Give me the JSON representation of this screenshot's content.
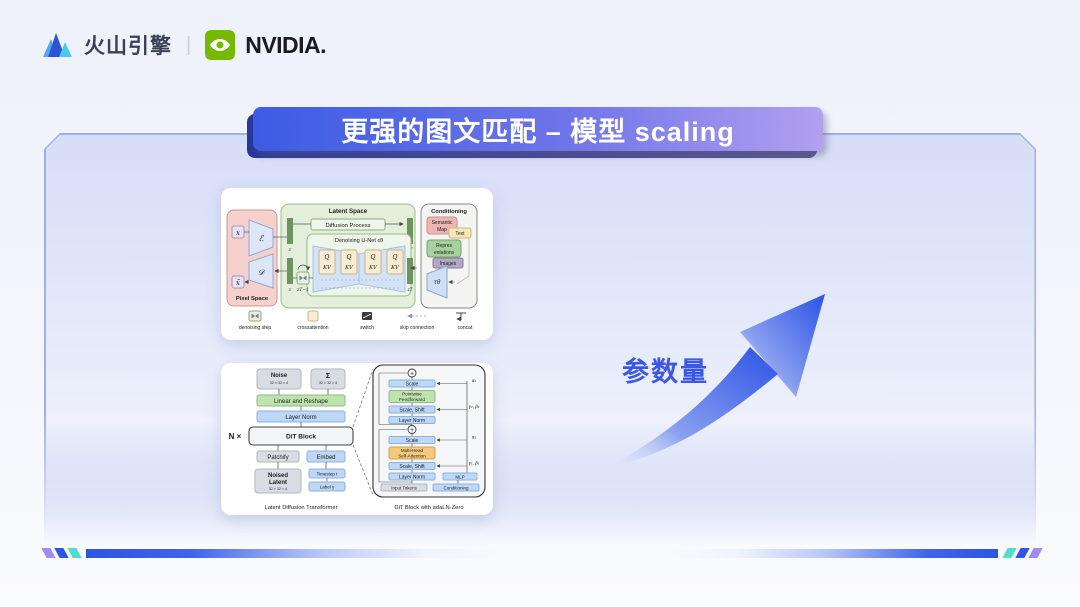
{
  "header": {
    "brand_left": "火山引擎",
    "divider": "|",
    "brand_right": "NVIDIA."
  },
  "banner": {
    "title": "更强的图文匹配 – 模型 scaling"
  },
  "growth": {
    "label": "参数量"
  },
  "colors": {
    "accent_blue": "#2f55e6",
    "banner_gradient_from": "#3c5ce4",
    "banner_gradient_to": "#b2a0ef",
    "nvidia_green": "#76b900",
    "decor_purple": "#a18bf0",
    "decor_teal": "#52dcd0",
    "panel_border": "#9fb0e8"
  },
  "ldm": {
    "pixel_space": {
      "title": "Pixel Space",
      "x": "x",
      "encoder": "ℰ",
      "x_hat": "x̃",
      "decoder": "𝒟"
    },
    "latent_space": {
      "title": "Latent Space",
      "diffusion_process": "Diffusion Process",
      "unet_title": "Denoising U-Net ϵθ",
      "z": "z",
      "zT": "zT",
      "zT_minus1": "zT−1",
      "q": "Q",
      "kv": "KV"
    },
    "conditioning": {
      "title": "Conditioning",
      "semantic_line1": "Semantic",
      "semantic_line2": "Map",
      "text": "Text",
      "repr_line1": "Repres",
      "repr_line2": "entations",
      "images": "Images",
      "tau": "τθ"
    },
    "legend": {
      "denoising_step": "denoising step",
      "crossattention": "crossattention",
      "switch": "switch",
      "skip_connection": "skip connection",
      "concat": "concat"
    }
  },
  "dit": {
    "left": {
      "noise": "Noise",
      "sigma": "Σ",
      "dims": "32 × 32 × 4",
      "linear_reshape": "Linear and Reshape",
      "layer_norm": "Layer Norm",
      "n_times": "N ×",
      "dit_block": "DiT Block",
      "patchify": "Patchify",
      "embed": "Embed",
      "noised_line1": "Noised",
      "noised_line2": "Latent",
      "timestep": "Timestep t",
      "label_y": "Label y",
      "caption": "Latent Diffusion Transformer"
    },
    "right": {
      "plus": "+",
      "scale": "Scale",
      "pff_line1": "Pointwise",
      "pff_line2": "Feedforward",
      "scale_shift": "Scale, Shift",
      "layer_norm": "Layer Norm",
      "mhsa_line1": "Multi-Head",
      "mhsa_line2": "Self-Attention",
      "input_tokens": "Input Tokens",
      "mlp": "MLP",
      "conditioning": "Conditioning",
      "alpha2": "α₂",
      "gamma_beta2": "γ₂, β₂",
      "alpha1": "α₁",
      "gamma_beta1": "γ₁, β₁",
      "caption": "DiT Block with adaLN-Zero"
    }
  }
}
